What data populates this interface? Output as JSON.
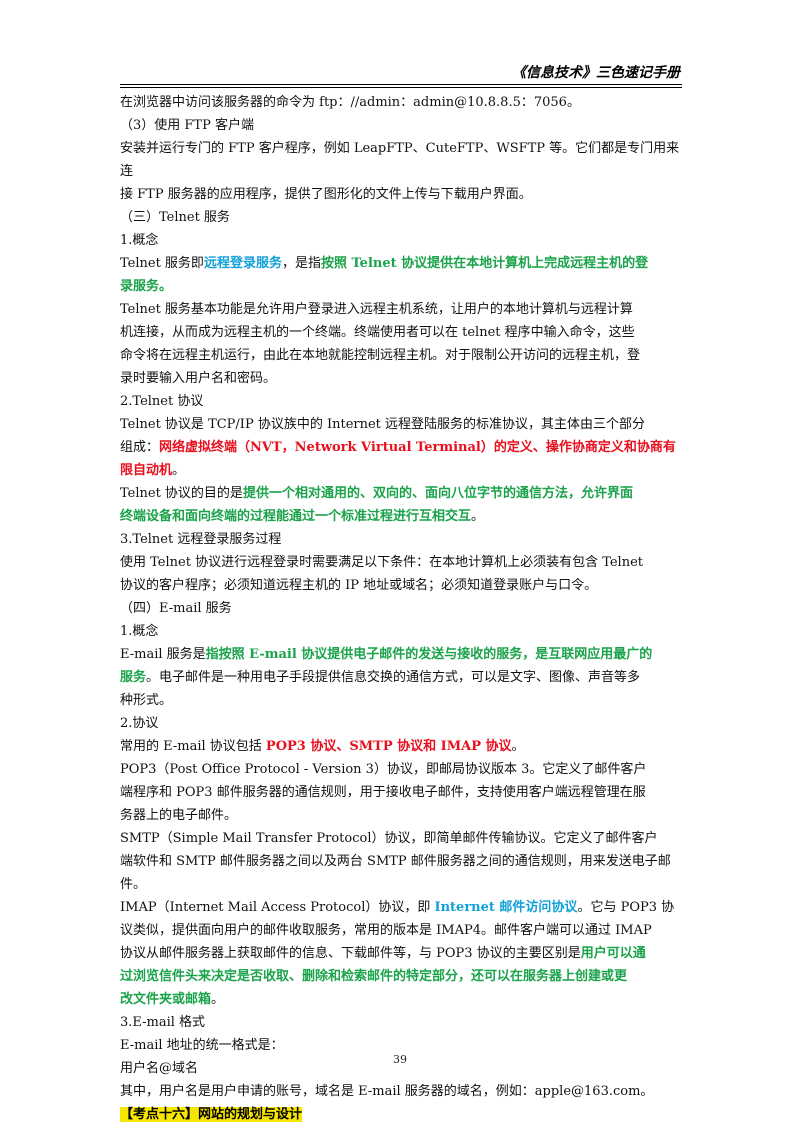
{
  "header": {
    "title": "《信息技术》三色速记手册"
  },
  "page_number": "39",
  "colors": {
    "green": "#1aa34a",
    "cyan": "#12a0d8",
    "red": "#e8101e",
    "highlight": "#f7e600"
  },
  "lines": [
    [
      {
        "t": "在浏览器中访问该服务器的命令为 ftp：//admin：admin@10.8.8.5：7056。"
      }
    ],
    [
      {
        "t": "（3）使用 FTP 客户端"
      }
    ],
    [
      {
        "t": "安装并运行专门的 FTP 客户程序，例如 LeapFTP、CuteFTP、WSFTP 等。它们都是专门用来连"
      }
    ],
    [
      {
        "t": "接 FTP 服务器的应用程序，提供了图形化的文件上传与下载用户界面。"
      }
    ],
    [
      {
        "t": "（三）Telnet 服务"
      }
    ],
    [
      {
        "t": "1.概念"
      }
    ],
    [
      {
        "t": "Telnet 服务即"
      },
      {
        "t": "远程登录服务",
        "c": "cyan"
      },
      {
        "t": "，是指"
      },
      {
        "t": "按照 Telnet 协议提供在本地计算机上完成远程主机的登",
        "c": "green"
      }
    ],
    [
      {
        "t": "录服务。",
        "c": "green"
      }
    ],
    [
      {
        "t": "Telnet 服务基本功能是允许用户登录进入远程主机系统，让用户的本地计算机与远程计算"
      }
    ],
    [
      {
        "t": "机连接，从而成为远程主机的一个终端。终端使用者可以在 telnet 程序中输入命令，这些"
      }
    ],
    [
      {
        "t": "命令将在远程主机运行，由此在本地就能控制远程主机。对于限制公开访问的远程主机，登"
      }
    ],
    [
      {
        "t": "录时要输入用户名和密码。"
      }
    ],
    [
      {
        "t": "2.Telnet 协议"
      }
    ],
    [
      {
        "t": "Telnet 协议是 TCP/IP 协议族中的 Internet 远程登陆服务的标准协议，其主体由三个部分"
      }
    ],
    [
      {
        "t": "组成："
      },
      {
        "t": "网络虚拟终端（NVT，Network Virtual Terminal）的定义、操作协商定义和协商有",
        "c": "red"
      }
    ],
    [
      {
        "t": "限自动机",
        "c": "red"
      },
      {
        "t": "。"
      }
    ],
    [
      {
        "t": "Telnet 协议的目的是"
      },
      {
        "t": "提供一个相对通用的、双向的、面向八位字节的通信方法，允许界面",
        "c": "green"
      }
    ],
    [
      {
        "t": "终端设备和面向终端的过程能通过一个标准过程进行互相交互",
        "c": "green"
      },
      {
        "t": "。"
      }
    ],
    [
      {
        "t": "3.Telnet 远程登录服务过程"
      }
    ],
    [
      {
        "t": "使用 Telnet 协议进行远程登录时需要满足以下条件：在本地计算机上必须装有包含 Telnet"
      }
    ],
    [
      {
        "t": "协议的客户程序；必须知道远程主机的 IP 地址或域名；必须知道登录账户与口令。"
      }
    ],
    [
      {
        "t": "（四）E-mail 服务"
      }
    ],
    [
      {
        "t": "1.概念"
      }
    ],
    [
      {
        "t": "E-mail 服务是"
      },
      {
        "t": "指按照 E-mail 协议提供电子邮件的发送与接收的服务，是互联网应用最广的",
        "c": "green"
      }
    ],
    [
      {
        "t": "服务",
        "c": "green"
      },
      {
        "t": "。电子邮件是一种用电子手段提供信息交换的通信方式，可以是文字、图像、声音等多"
      }
    ],
    [
      {
        "t": "种形式。"
      }
    ],
    [
      {
        "t": "2.协议"
      }
    ],
    [
      {
        "t": "常用的 E-mail 协议包括 "
      },
      {
        "t": "POP3 协议、SMTP 协议和 IMAP 协议",
        "c": "red"
      },
      {
        "t": "。"
      }
    ],
    [
      {
        "t": "POP3（Post Office Protocol - Version 3）协议，即邮局协议版本 3。它定义了邮件客户"
      }
    ],
    [
      {
        "t": "端程序和 POP3 邮件服务器的通信规则，用于接收电子邮件，支持使用客户端远程管理在服"
      }
    ],
    [
      {
        "t": "务器上的电子邮件。"
      }
    ],
    [
      {
        "t": "SMTP（Simple Mail Transfer Protocol）协议，即简单邮件传输协议。它定义了邮件客户"
      }
    ],
    [
      {
        "t": "端软件和 SMTP 邮件服务器之间以及两台 SMTP 邮件服务器之间的通信规则，用来发送电子邮"
      }
    ],
    [
      {
        "t": "件。"
      }
    ],
    [
      {
        "t": "IMAP（Internet Mail Access Protocol）协议，即 "
      },
      {
        "t": "Internet 邮件访问协议",
        "c": "cyan"
      },
      {
        "t": "。它与 POP3 协"
      }
    ],
    [
      {
        "t": "议类似，提供面向用户的邮件收取服务，常用的版本是 IMAP4。邮件客户端可以通过 IMAP"
      }
    ],
    [
      {
        "t": "协议从邮件服务器上获取邮件的信息、下载邮件等，与 POP3 协议的主要区别是"
      },
      {
        "t": "用户可以通",
        "c": "green"
      }
    ],
    [
      {
        "t": "过浏览信件头来决定是否收取、删除和检索邮件的特定部分，还可以在服务器上创建或更",
        "c": "green"
      }
    ],
    [
      {
        "t": "改文件夹或邮箱",
        "c": "green"
      },
      {
        "t": "。"
      }
    ],
    [
      {
        "t": "3.E-mail 格式"
      }
    ],
    [
      {
        "t": "E-mail 地址的统一格式是："
      }
    ],
    [
      {
        "t": "用户名@域名"
      }
    ],
    [
      {
        "t": "其中，用户名是用户申请的账号，域名是 E-mail 服务器的域名，例如：apple@163.com。"
      }
    ],
    [
      {
        "t": "【考点十六】网站的规划与设计",
        "c": "kp"
      }
    ]
  ]
}
